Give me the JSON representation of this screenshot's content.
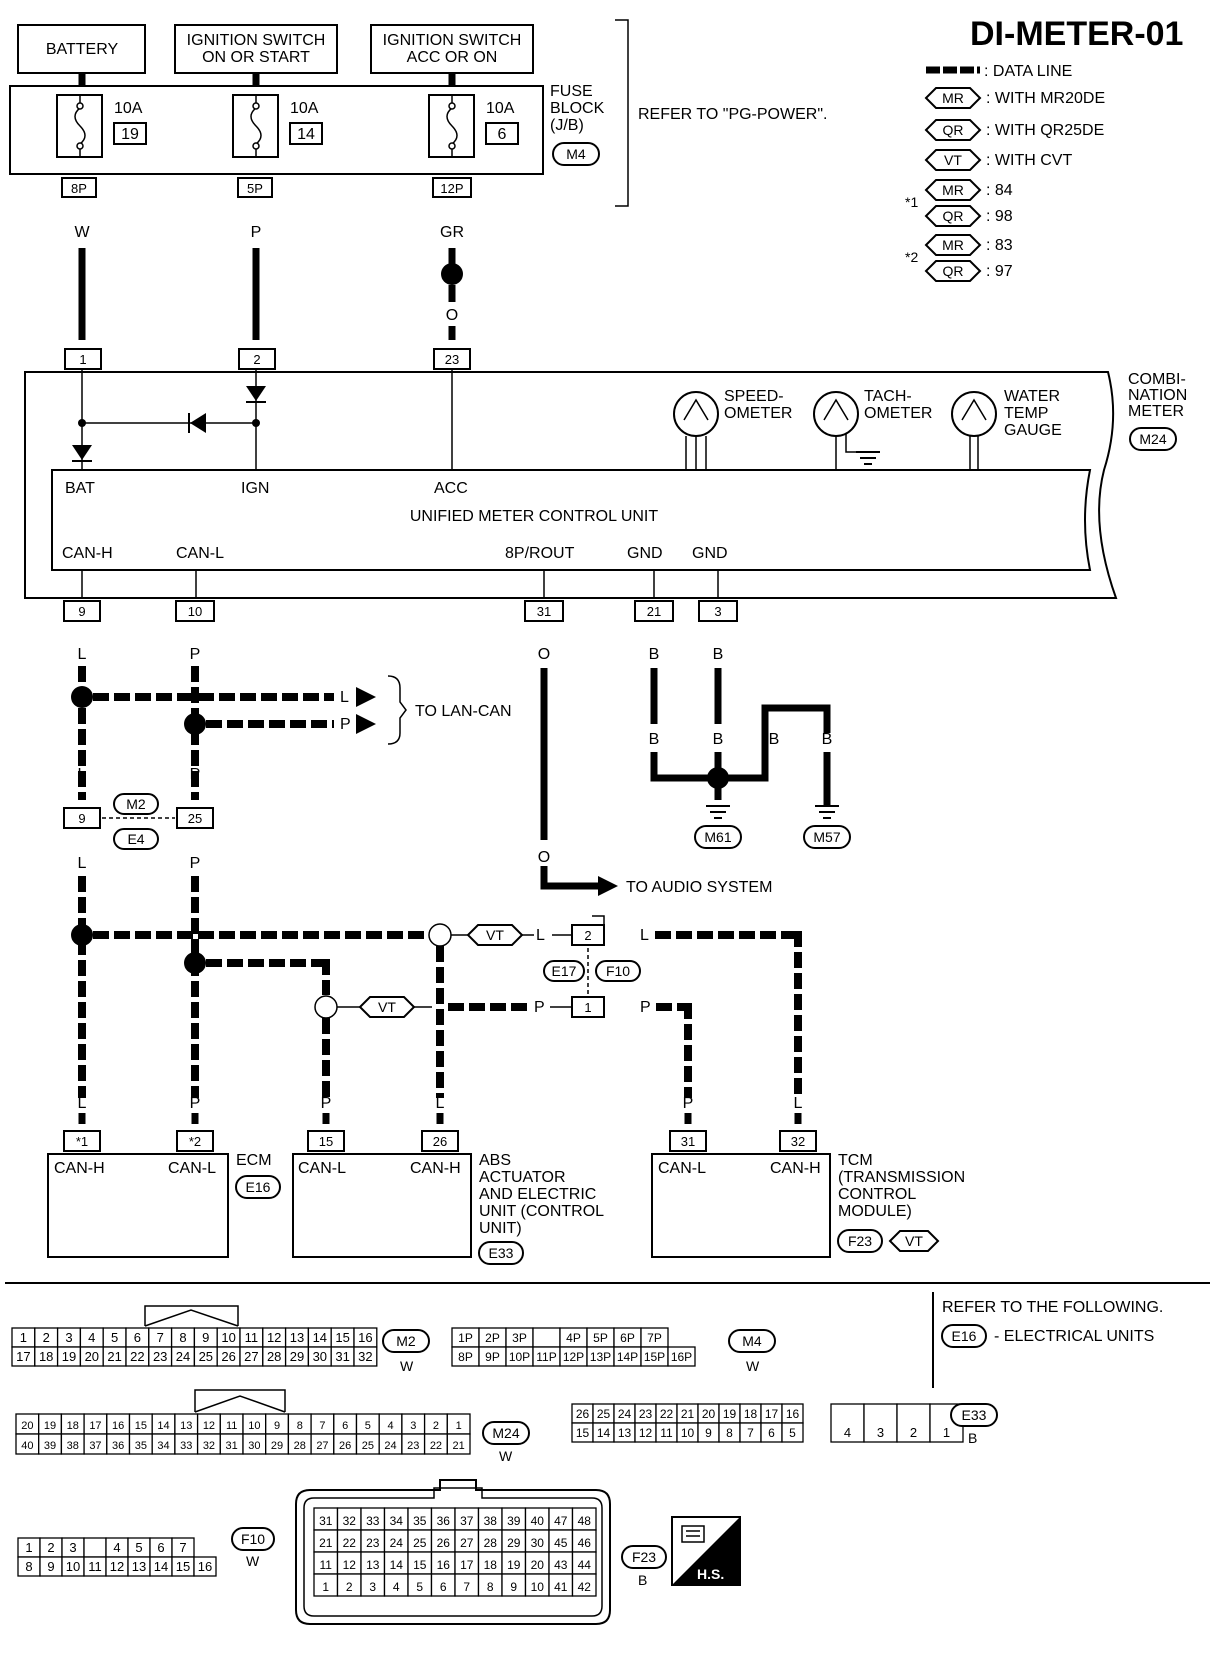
{
  "title": "DI-METER-01",
  "power": {
    "battery": "BATTERY",
    "ign_line1": "IGNITION SWITCH",
    "ign_line2": "ON OR START",
    "acc_line1": "IGNITION SWITCH",
    "acc_line2": "ACC OR ON"
  },
  "fuse_block": {
    "label1": "FUSE",
    "label2": "BLOCK",
    "label3": "(J/B)",
    "connector": "M4",
    "refer": "REFER TO \"PG-POWER\".",
    "fuses": [
      {
        "amps": "10A",
        "num": "19",
        "pin": "8P",
        "wire": "W"
      },
      {
        "amps": "10A",
        "num": "14",
        "pin": "5P",
        "wire": "P"
      },
      {
        "amps": "10A",
        "num": "6",
        "pin": "12P",
        "wire": "GR"
      }
    ],
    "gr_lower": "O"
  },
  "legend": {
    "data_line": ": DATA LINE",
    "mr": "MR",
    "qr": "QR",
    "vt": "VT",
    "with_mr": ": WITH MR20DE",
    "with_qr": ": WITH QR25DE",
    "with_cvt": ": WITH CVT",
    "star1": "*1",
    "star2": "*2",
    "s1_mr": ": 84",
    "s1_qr": ": 98",
    "s2_mr": ": 83",
    "s2_qr": ": 97"
  },
  "meter": {
    "name1": "COMBI-",
    "name2": "NATION",
    "name3": "METER",
    "connector": "M24",
    "pins_top": [
      "1",
      "2",
      "23"
    ],
    "speedo1": "SPEED-",
    "speedo2": "OMETER",
    "tacho1": "TACH-",
    "tacho2": "OMETER",
    "water1": "WATER",
    "water2": "TEMP",
    "water3": "GAUGE",
    "unit": "UNIFIED METER CONTROL UNIT",
    "bat": "BAT",
    "ign": "IGN",
    "acc": "ACC",
    "canh": "CAN-H",
    "canl": "CAN-L",
    "rout": "8P/ROUT",
    "gnd1": "GND",
    "gnd2": "GND",
    "pins_bottom": [
      "9",
      "10",
      "31",
      "21",
      "3"
    ]
  },
  "wires": {
    "L": "L",
    "P": "P",
    "O": "O",
    "B": "B",
    "to_lan": "TO LAN-CAN",
    "to_audio": "TO AUDIO SYSTEM",
    "gnd_conn1": "M61",
    "gnd_conn2": "M57",
    "jc_pin1": "9",
    "jc_pin2": "25",
    "jc_m2": "M2",
    "jc_e4": "E4",
    "vt": "VT",
    "mid_pin_top": "2",
    "mid_pin_bot": "1",
    "mid_e17": "E17",
    "mid_f10": "F10"
  },
  "ecm": {
    "pin1": "*1",
    "pin2": "*2",
    "canh": "CAN-H",
    "canl": "CAN-L",
    "name": "ECM",
    "connector": "E16"
  },
  "abs": {
    "pin1": "15",
    "pin2": "26",
    "canl": "CAN-L",
    "canh": "CAN-H",
    "name1": "ABS",
    "name2": "ACTUATOR",
    "name3": "AND ELECTRIC",
    "name4": "UNIT (CONTROL",
    "name5": "UNIT)",
    "connector": "E33"
  },
  "tcm": {
    "pin1": "31",
    "pin2": "32",
    "canl": "CAN-L",
    "canh": "CAN-H",
    "name1": "TCM",
    "name2": "(TRANSMISSION",
    "name3": "CONTROL",
    "name4": "MODULE)",
    "connector": "F23",
    "vt": "VT"
  },
  "connectors": {
    "m2": {
      "id": "M2",
      "color": "W",
      "row1": [
        "1",
        "2",
        "3",
        "4",
        "5",
        "6",
        "7",
        "8",
        "9",
        "10",
        "11",
        "12",
        "13",
        "14",
        "15",
        "16"
      ],
      "row2": [
        "17",
        "18",
        "19",
        "20",
        "21",
        "22",
        "23",
        "24",
        "25",
        "26",
        "27",
        "28",
        "29",
        "30",
        "31",
        "32"
      ]
    },
    "m4": {
      "id": "M4",
      "color": "W",
      "row1": [
        "1P",
        "2P",
        "3P",
        "",
        "4P",
        "5P",
        "6P",
        "7P"
      ],
      "row2": [
        "8P",
        "9P",
        "10P",
        "11P",
        "12P",
        "13P",
        "14P",
        "15P",
        "16P"
      ]
    },
    "refer1": "REFER TO THE FOLLOWING.",
    "refer_conn": "E16",
    "refer2": "- ELECTRICAL UNITS",
    "m24": {
      "id": "M24",
      "color": "W",
      "row1": [
        "20",
        "19",
        "18",
        "17",
        "16",
        "15",
        "14",
        "13",
        "12",
        "11",
        "10",
        "9",
        "8",
        "7",
        "6",
        "5",
        "4",
        "3",
        "2",
        "1"
      ],
      "row2": [
        "40",
        "39",
        "38",
        "37",
        "36",
        "35",
        "34",
        "33",
        "32",
        "31",
        "30",
        "29",
        "28",
        "27",
        "26",
        "25",
        "24",
        "23",
        "22",
        "21"
      ]
    },
    "e33": {
      "id": "E33",
      "color": "B",
      "row1": [
        "26",
        "25",
        "24",
        "23",
        "22",
        "21",
        "20",
        "19",
        "18",
        "17",
        "16"
      ],
      "row2": [
        "15",
        "14",
        "13",
        "12",
        "11",
        "10",
        "9",
        "8",
        "7",
        "6",
        "5"
      ],
      "big": [
        "4",
        "3",
        "2",
        "1"
      ]
    },
    "f10": {
      "id": "F10",
      "color": "W",
      "row1": [
        "1",
        "2",
        "3",
        "",
        "4",
        "5",
        "6",
        "7"
      ],
      "row2": [
        "8",
        "9",
        "10",
        "11",
        "12",
        "13",
        "14",
        "15",
        "16"
      ]
    },
    "f23": {
      "id": "F23",
      "color": "B",
      "row1": [
        "31",
        "32",
        "33",
        "34",
        "35",
        "36",
        "37",
        "38",
        "39",
        "40",
        "47",
        "48"
      ],
      "row2": [
        "21",
        "22",
        "23",
        "24",
        "25",
        "26",
        "27",
        "28",
        "29",
        "30",
        "45",
        "46"
      ],
      "row3": [
        "11",
        "12",
        "13",
        "14",
        "15",
        "16",
        "17",
        "18",
        "19",
        "20",
        "43",
        "44"
      ],
      "row4": [
        "1",
        "2",
        "3",
        "4",
        "5",
        "6",
        "7",
        "8",
        "9",
        "10",
        "41",
        "42"
      ]
    },
    "hs": "H.S."
  }
}
